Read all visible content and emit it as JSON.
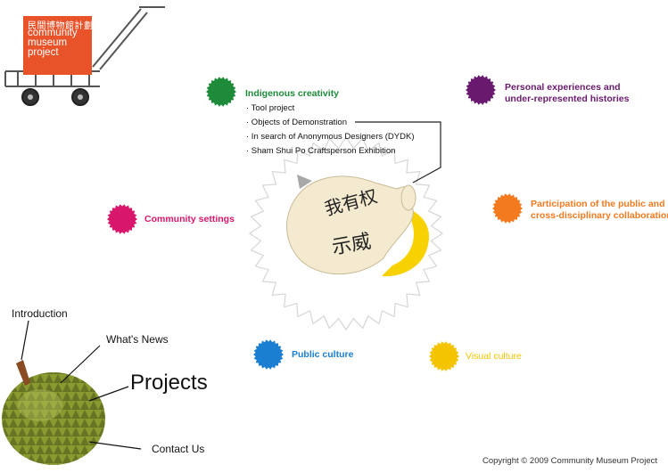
{
  "logo": {
    "chinese_name": "民間博物館計劃",
    "lines": [
      "community",
      "museum",
      "project"
    ],
    "color": "#e8532a"
  },
  "categories": [
    {
      "id": "indigenous",
      "label": "Indigenous creativity",
      "color": "#1e8b3a"
    },
    {
      "id": "personal",
      "label_line1": "Personal experiences and",
      "label_line2": "under-represented histories",
      "color": "#6a1a6e"
    },
    {
      "id": "community",
      "label": "Community settings",
      "color": "#d8166b"
    },
    {
      "id": "participation",
      "label_line1": "Participation of the public and",
      "label_line2": "cross-disciplinary collaboration",
      "color": "#f47a20"
    },
    {
      "id": "public",
      "label": "Public culture",
      "color": "#1a7fd1"
    },
    {
      "id": "visual",
      "label": "Visual culture",
      "color": "#f5c400"
    }
  ],
  "indigenous_items": [
    "· Tool project",
    "· Objects of Demonstration",
    "· In search of Anonymous Designers (DYDK)",
    "· Sham Shui Po Craftsperson Exhibition"
  ],
  "featured_object": {
    "text_top": "我有权",
    "text_bottom": "示威"
  },
  "nav": {
    "introduction": "Introduction",
    "whats_news": "What's News",
    "projects": "Projects",
    "contact": "Contact Us"
  },
  "footer": {
    "copyright": "Copyright © 2009 Community Museum Project"
  }
}
